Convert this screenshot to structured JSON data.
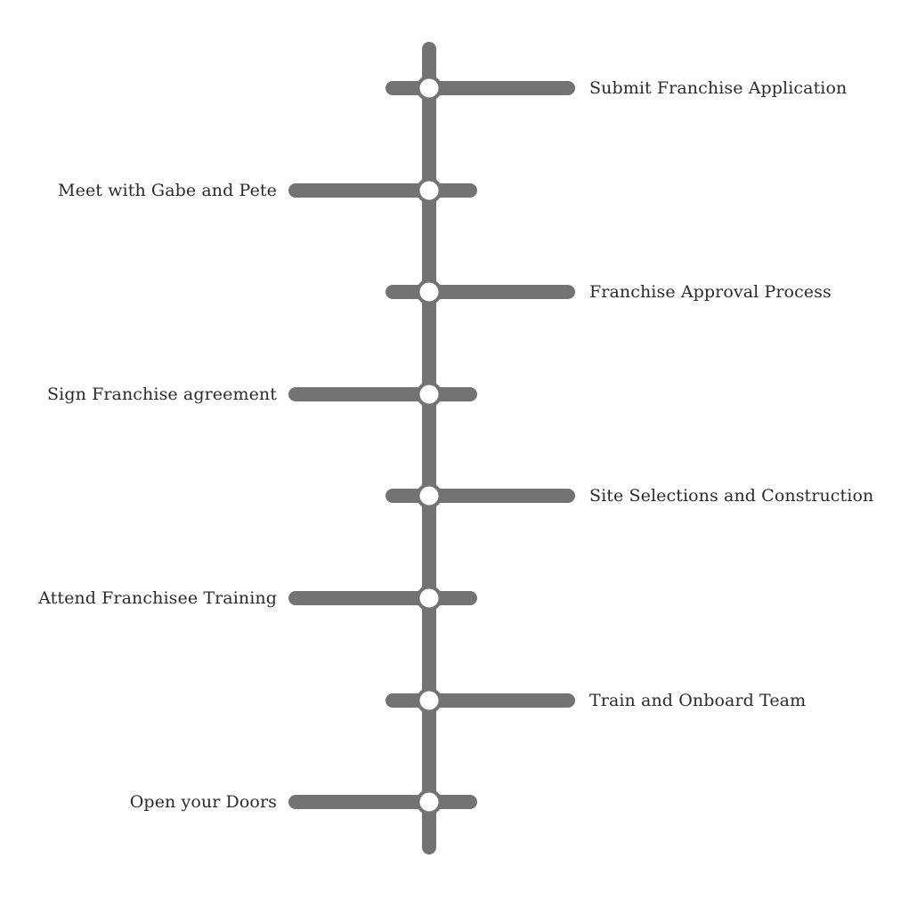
{
  "diagram": {
    "colors": {
      "line": "#737373",
      "node_fill": "#ffffff",
      "text": "#2b2b2b",
      "background": "#ffffff"
    },
    "steps": [
      {
        "label": "Submit Franchise Application",
        "side": "right"
      },
      {
        "label": "Meet with Gabe and Pete",
        "side": "left"
      },
      {
        "label": "Franchise Approval Process",
        "side": "right"
      },
      {
        "label": "Sign Franchise agreement",
        "side": "left"
      },
      {
        "label": "Site Selections and Construction",
        "side": "right"
      },
      {
        "label": "Attend Franchisee Training",
        "side": "left"
      },
      {
        "label": "Train and Onboard Team",
        "side": "right"
      },
      {
        "label": "Open your Doors",
        "side": "left"
      }
    ]
  }
}
